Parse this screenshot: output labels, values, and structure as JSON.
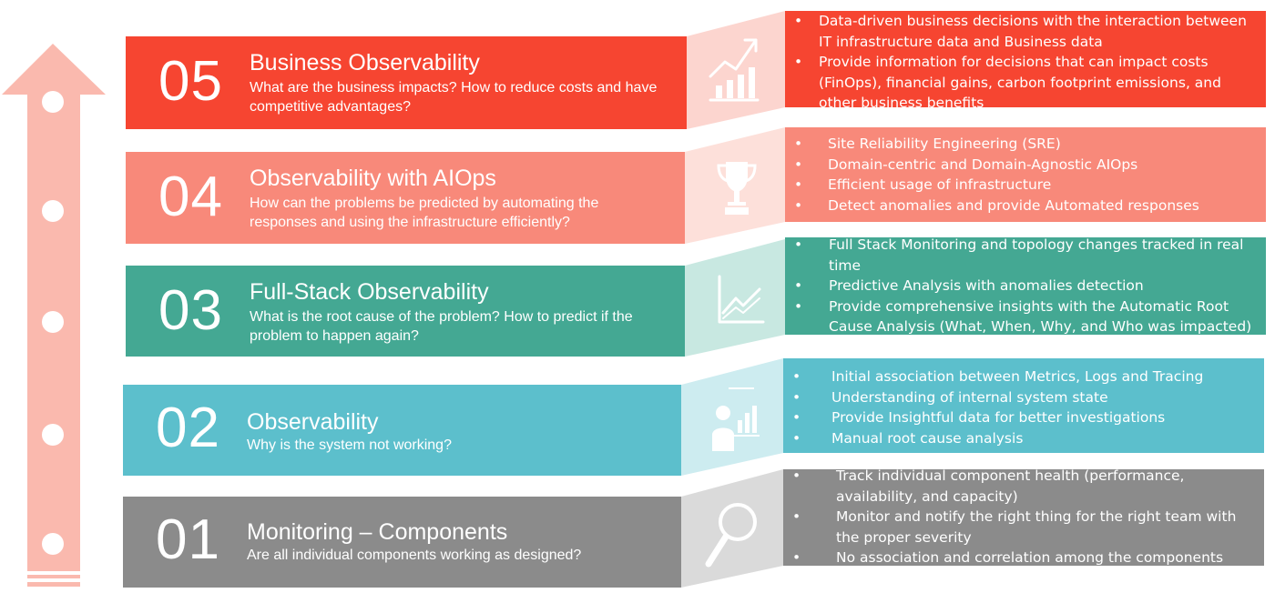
{
  "colors": {
    "arrow": "#fab9ae",
    "level_05": "#f64531",
    "level_05_light": "#fcd5cf",
    "level_04": "#f8897a",
    "level_04_light": "#fde0da",
    "level_03": "#44a893",
    "level_03_light": "#c8e8e1",
    "level_02": "#5cbfcc",
    "level_02_light": "#cdecf0",
    "level_01": "#8b8b8b",
    "level_01_light": "#dadada"
  },
  "levels": [
    {
      "number": "05",
      "title": "Business Observability",
      "question": "What are the business impacts? How to reduce costs and have competitive advantages?",
      "icon": "growth-chart-icon",
      "bullets": [
        "Data-driven business decisions with the interaction between IT infrastructure data and Business data",
        "Provide information for decisions that can impact costs (FinOps), financial gains, carbon footprint emissions, and other business benefits"
      ]
    },
    {
      "number": "04",
      "title": "Observability with AIOps",
      "question": "How can the problems be predicted by automating the responses and using the infrastructure efficiently?",
      "icon": "trophy-icon",
      "bullets": [
        "Site Reliability Engineering (SRE)",
        "Domain-centric and Domain-Agnostic AIOps",
        "Efficient usage of infrastructure",
        "Detect anomalies and provide Automated responses"
      ]
    },
    {
      "number": "03",
      "title": "Full-Stack Observability",
      "question": "What is the root cause of the problem? How to predict if the problem to happen again?",
      "icon": "line-chart-icon",
      "bullets": [
        "Full Stack Monitoring and topology changes tracked in real time",
        "Predictive Analysis with anomalies detection",
        "Provide comprehensive insights with the Automatic Root Cause Analysis (What, When, Why, and Who was impacted)"
      ]
    },
    {
      "number": "02",
      "title": "Observability",
      "question": "Why is the system not working?",
      "icon": "presenter-chart-icon",
      "bullets": [
        "Initial association between Metrics, Logs and Tracing",
        "Understanding of internal system state",
        "Provide Insightful data for better investigations",
        "Manual root cause analysis"
      ]
    },
    {
      "number": "01",
      "title": "Monitoring – Components",
      "question": "Are all individual components working as designed?",
      "icon": "magnifier-icon",
      "bullets": [
        "Track individual component health (performance, availability, and capacity)",
        "Monitor and notify the right thing for the right team with the proper severity",
        "No association and correlation among the components"
      ]
    }
  ]
}
